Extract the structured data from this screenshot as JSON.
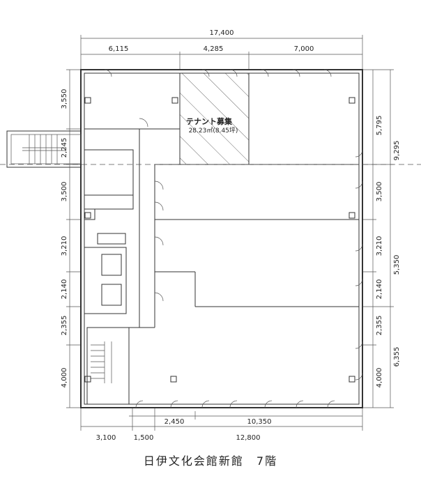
{
  "title": "日伊文化会館新館　7階",
  "tenant": {
    "label": "テナント募集",
    "area": "28.23㎡(8.45坪)"
  },
  "dimensions": {
    "top_total": "17,400",
    "top": [
      "6,115",
      "4,285",
      "7,000"
    ],
    "left": [
      "3,550",
      "2,245",
      "3,500",
      "3,210",
      "2,140",
      "2,355",
      "4,000"
    ],
    "right_inner": [
      "5,795",
      "3,500",
      "3,210",
      "2,140",
      "2,355",
      "4,000"
    ],
    "right_outer": [
      "9,295",
      "5,350",
      "6,355"
    ],
    "bottom_upper": [
      "2,450",
      "10,350"
    ],
    "bottom_lower": [
      "3,100",
      "1,500",
      "12,800"
    ]
  }
}
